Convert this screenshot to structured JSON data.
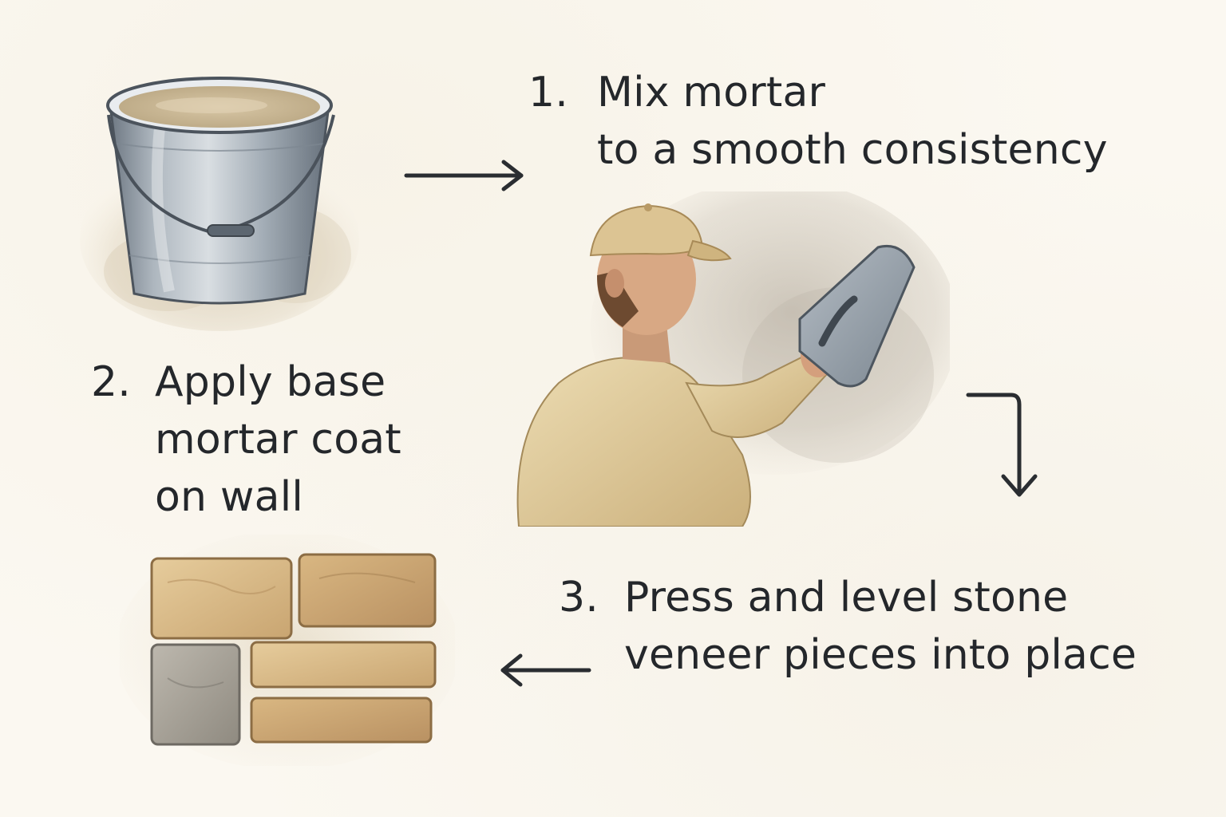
{
  "steps": [
    {
      "number": "1.",
      "line1": "Mix mortar",
      "line2": "to a smooth consistency"
    },
    {
      "number": "2.",
      "line1": "Apply base",
      "line2": "mortar coat",
      "line3": "on wall"
    },
    {
      "number": "3.",
      "line1": "Press and level stone",
      "line2": "veneer pieces into place"
    }
  ],
  "illustrations": {
    "bucket": "bucket-of-mortar-icon",
    "worker": "worker-with-trowel-illustration",
    "stones": "stone-veneer-pieces-illustration"
  },
  "colors": {
    "background": "#fbf8f1",
    "text": "#24272b",
    "arrow": "#2a2d31",
    "mortar": "#cdbb9a",
    "metal": "#9aa4ae",
    "stone_tan": "#d7b98a",
    "stone_gray": "#a7a39a",
    "shirt": "#e3cf9e"
  }
}
